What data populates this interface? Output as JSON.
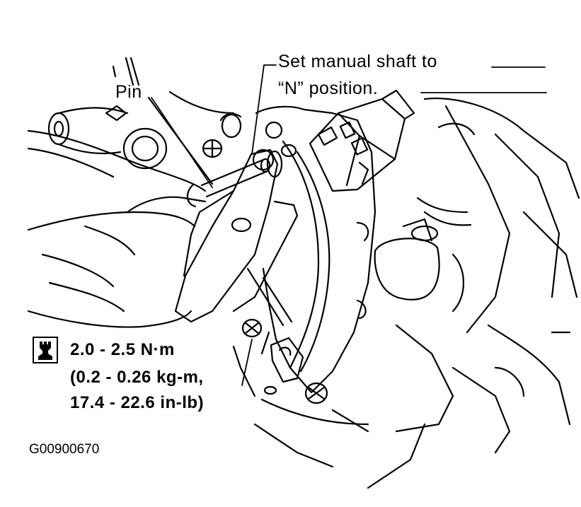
{
  "labels": {
    "pin": "Pin",
    "set_line1": "Set manual shaft to",
    "set_line2": "“N” position."
  },
  "torque": {
    "icon": "torque-wrench-icon",
    "line1": "2.0 - 2.5 N·m",
    "line2": "(0.2 - 0.26 kg-m,",
    "line3": "17.4 - 22.6 in-lb)"
  },
  "figure_id": "G00900670",
  "colors": {
    "ink": "#000000",
    "paper": "#ffffff"
  }
}
